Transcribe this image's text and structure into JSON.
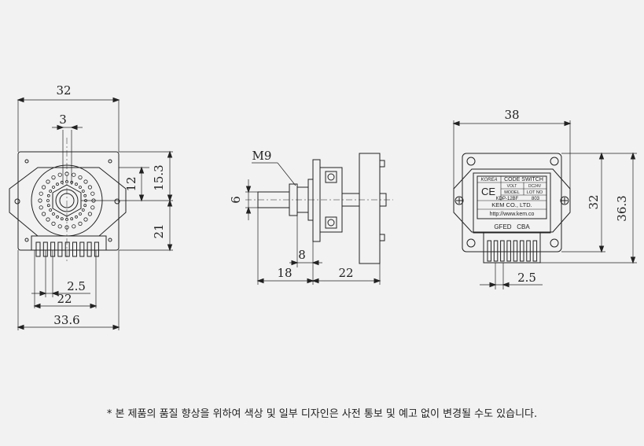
{
  "drawings": {
    "front_view": {
      "width": "32",
      "shaft_width": "3",
      "upper_height": "12",
      "upper_height_total": "15.3",
      "lower_height": "21",
      "pin_pitch": "2.5",
      "pin_span": "22",
      "overall_width": "33.6"
    },
    "side_view": {
      "thread": "M9",
      "shaft_dia": "6",
      "bushing_length": "8",
      "shaft_length": "18",
      "body_length": "22"
    },
    "rear_view": {
      "width": "38",
      "inner_height": "32",
      "overall_height": "36.3",
      "pin_pitch": "2.5",
      "label": {
        "brand": "KOREA",
        "title": "CODE SWITCH",
        "col_volt": "VOLT",
        "col_dc": "DC24V",
        "ce": "CE",
        "model_label": "MODEL",
        "lot_label": "LOT NO",
        "model_value": "KDP-12BF",
        "lot_value": "803",
        "company": "KEM CO., LTD.",
        "url": "http://www.kem.co",
        "pins": "GFED   CBA"
      }
    }
  },
  "notice": "* 본 제품의 품질 향상을 위하여 색상 및 일부 디자인은 사전 통보 및 예고 없이 변경될 수도 있습니다."
}
